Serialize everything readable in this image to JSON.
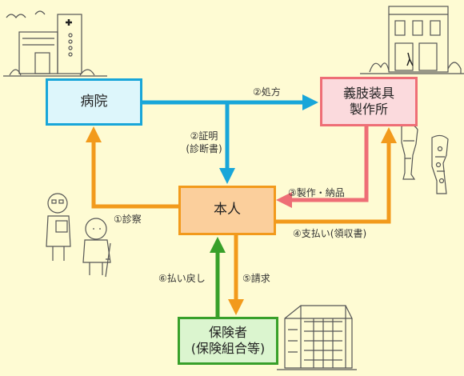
{
  "boxes": {
    "hospital": "病院",
    "maker_line1": "義肢装具",
    "maker_line2": "製作所",
    "person": "本人",
    "insurer_line1": "保険者",
    "insurer_line2": "(保険組合等)"
  },
  "arrows": {
    "prescription": "②処方",
    "certificate_line1": "②証明",
    "certificate_line2": "(診断書)",
    "manufacture_delivery": "③製作・納品",
    "consultation": "①診察",
    "payment_receipt": "④支払い(領収書)",
    "claim": "⑤請求",
    "refund": "⑥払い戻し"
  },
  "colors": {
    "background": "#fefbd3",
    "hospital": "#18a6d9",
    "maker": "#ee6e76",
    "person": "#f29a1c",
    "insurer": "#38a02a"
  },
  "illustrations": [
    "hospital-building-icon",
    "workshop-building-icon",
    "prosthetic-legs-icon",
    "doctor-patient-icon",
    "office-building-icon"
  ]
}
